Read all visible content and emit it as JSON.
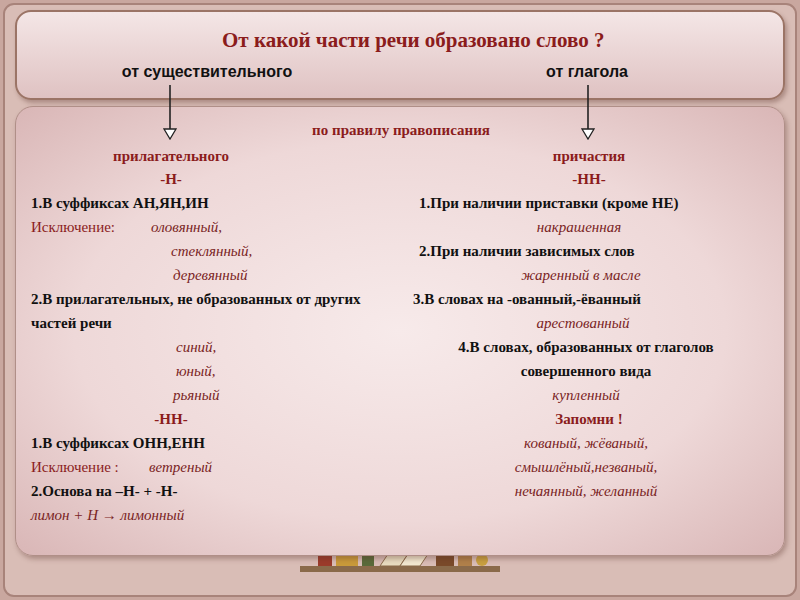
{
  "diagram": {
    "nodes": [
      {
        "text": [
          "От какой части речи образовано слово ?"
        ]
      },
      {
        "text": [
          "от существительного"
        ],
        "in": 0
      },
      {
        "text": [
          "от глагола"
        ],
        "in": 0
      },
      {
        "text": [
          "по правилу правописания"
        ]
      },
      {
        "text": [
          "прилагательного",
          "-Н-",
          "1.В суффиксах АН,ЯН,ИН",
          "Исключение:",
          "оловянный,",
          "стеклянный,",
          "деревянный",
          "2.В прилагательных, не образованных от других частей речи",
          "синий,",
          "юный,",
          "рьяный",
          "-НН-",
          "1.В суффиксах ОНН,ЕНН",
          "Исключение :",
          "ветреный",
          "2.Основа на –Н- + -Н-",
          "лимон + Н → лимонный"
        ],
        "in": 3
      },
      {
        "text": [
          "причастия",
          "-НН-",
          "1.При наличии приставки (кроме НЕ)",
          "накрашенная",
          "2.При наличии зависимых слов",
          "жаренный в масле",
          "3.В словах на -ованный,-ёванный",
          "арестованный",
          "4.В словах, образованных от глаголов совершенного вида",
          "купленный",
          "Запомни !",
          "кованый, жёваный,",
          "смышлёный,незваный,",
          "нечаянный, желанный"
        ],
        "in": 3
      }
    ],
    "edges": [
      {
        "from": 1,
        "to": 4,
        "arrow": "to"
      },
      {
        "from": 2,
        "to": 5,
        "arrow": "to"
      }
    ]
  }
}
